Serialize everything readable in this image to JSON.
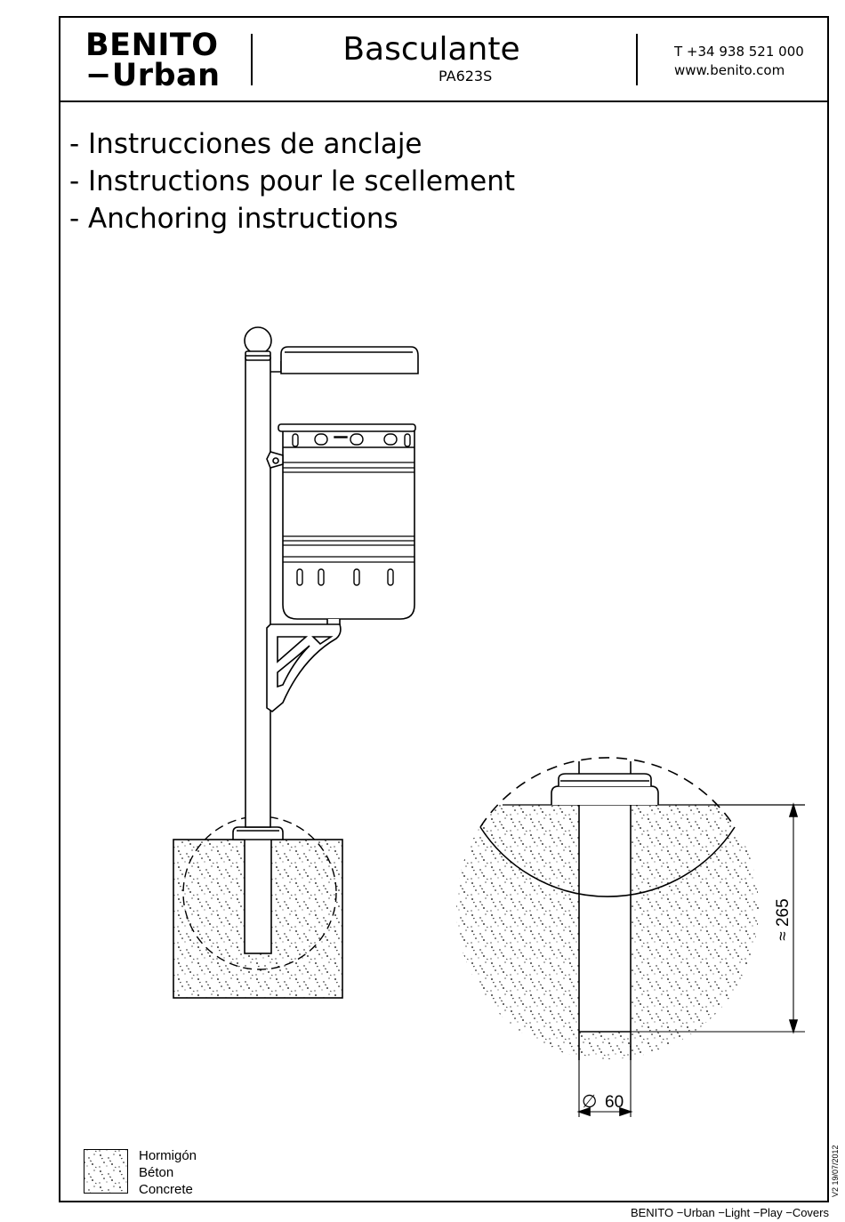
{
  "header": {
    "brand_line1": "BENITO",
    "brand_line2": "−Urban",
    "title": "Basculante",
    "model": "PA623S",
    "phone": "T +34 938 521 000",
    "website": "www.benito.com"
  },
  "headings": [
    "- Instrucciones de anclaje",
    "- Instructions pour le scellement",
    "- Anchoring instructions"
  ],
  "dimensions": {
    "depth": "≈ 265",
    "diameter_symbol": "∅",
    "diameter": "60"
  },
  "legend": {
    "labels": [
      "Hormigón",
      "Béton",
      "Concrete"
    ]
  },
  "version": "V2 19/07/2012",
  "footer": "BENITO −Urban −Light −Play −Covers"
}
